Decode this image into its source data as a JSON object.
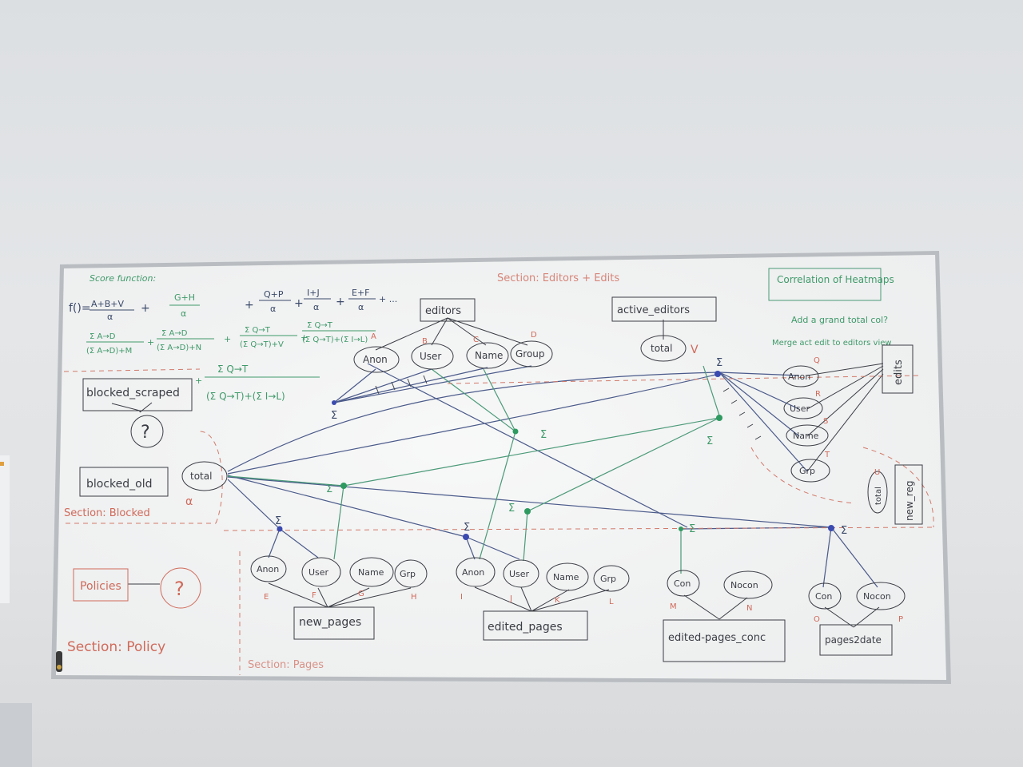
{
  "whiteboard": {
    "score": {
      "title": "Score function:",
      "t1_num": "A+B+V",
      "t1_den": "α",
      "t2_num": "G+H",
      "t2_den": "α",
      "t3_num": "Q+P",
      "t3_den": "α",
      "t4_num": "I+J",
      "t4_den": "α",
      "t5_num": "E+F",
      "t5_den": "α",
      "sum1_num": "Σ A→D",
      "sum1_den": "(Σ A→D)+M",
      "sum2_num": "Σ A→D",
      "sum2_den": "(Σ A→D)+N",
      "sum3_num": "Σ Q→T",
      "sum3_den": "(Σ Q→T)+V",
      "sum4_num": "Σ Q→T",
      "sum4_den": "(Σ Q→T)+(Σ I→L)",
      "sum5_num": "Σ Q→T",
      "sum5_den": "(Σ Q→T)+(Σ I→L)"
    },
    "sections": {
      "editors_edits": "Section: Editors + Edits",
      "blocked": "Section: Blocked",
      "policy": "Section: Policy",
      "pages": "Section: Pages"
    },
    "notes": {
      "correlation": "Correlation of Heatmaps",
      "add_edits": "Add a grand total col?",
      "merge": "Merge act edit to editors view"
    },
    "tables": {
      "editors": "editors",
      "active_editors": "active_editors",
      "blocked_scraped": "blocked_scraped",
      "blocked_old": "blocked_old",
      "policies": "Policies",
      "new_pages": "new_pages",
      "edited_pages": "edited_pages",
      "edited_pages_conc": "edited-pages_conc",
      "pages2date": "pages2date",
      "edits": "edits",
      "new_reg": "new_reg"
    },
    "nodes": {
      "anon": "Anon",
      "user": "User",
      "name": "Name",
      "group": "Group",
      "grp": "Grp",
      "total": "total",
      "con": "Con",
      "nocon": "Nocon",
      "question": "?"
    },
    "letters": {
      "A": "A",
      "B": "B",
      "C": "C",
      "D": "D",
      "E": "E",
      "F": "F",
      "G": "G",
      "H": "H",
      "I": "I",
      "J": "J",
      "K": "K",
      "L": "L",
      "M": "M",
      "N": "N",
      "O": "O",
      "P": "P",
      "Q": "Q",
      "R": "R",
      "S": "S",
      "T": "T",
      "U": "U",
      "V": "V",
      "alpha": "α",
      "sigma": "Σ"
    },
    "colors": {
      "blue_marker": "#3b4a6a",
      "green_marker": "#3f9a6a",
      "red_marker": "#d06a5a",
      "black_marker": "#3a3d44"
    }
  }
}
